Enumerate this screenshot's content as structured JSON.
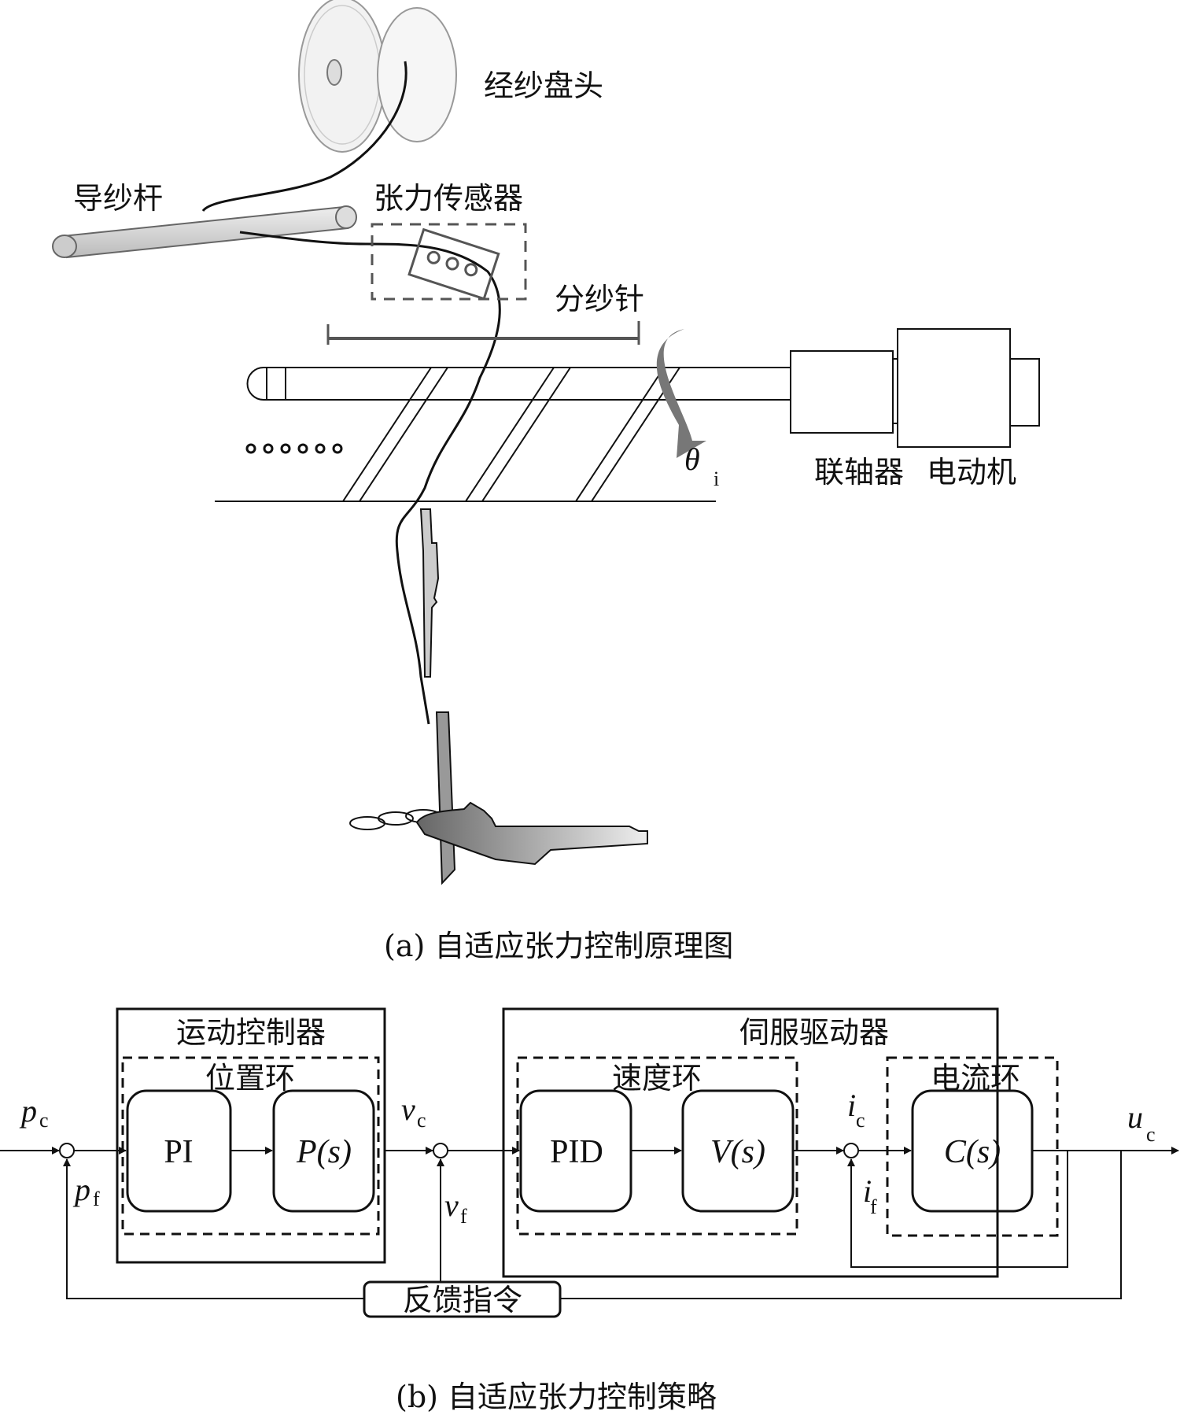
{
  "figure_a": {
    "caption": "(a) 自适应张力控制原理图",
    "labels": {
      "warp_beam": "经纱盘头",
      "guide_bar": "导纱杆",
      "tension_sensor": "张力传感器",
      "separator_needle": "分纱针",
      "coupling": "联轴器",
      "motor": "电动机",
      "angle_symbol": "θ",
      "angle_sub": "i"
    }
  },
  "figure_b": {
    "caption": "(b) 自适应张力控制策略",
    "motion_controller": {
      "title": "运动控制器",
      "loop_title": "位置环",
      "blocks": [
        "PI",
        "P(s)"
      ]
    },
    "servo_driver": {
      "title": "伺服驱动器",
      "speed_loop": {
        "title": "速度环",
        "blocks": [
          "PID",
          "V(s)"
        ]
      },
      "current_loop": {
        "title": "电流环",
        "blocks": [
          "C(s)"
        ]
      }
    },
    "feedback_block": "反馈指令",
    "signals": {
      "pc": {
        "main": "p",
        "sub": "c"
      },
      "pf": {
        "main": "p",
        "sub": "f"
      },
      "vc": {
        "main": "v",
        "sub": "c"
      },
      "vf": {
        "main": "v",
        "sub": "f"
      },
      "ic": {
        "main": "i",
        "sub": "c"
      },
      "if": {
        "main": "i",
        "sub": "f"
      },
      "uc": {
        "main": "u",
        "sub": "c"
      }
    }
  }
}
